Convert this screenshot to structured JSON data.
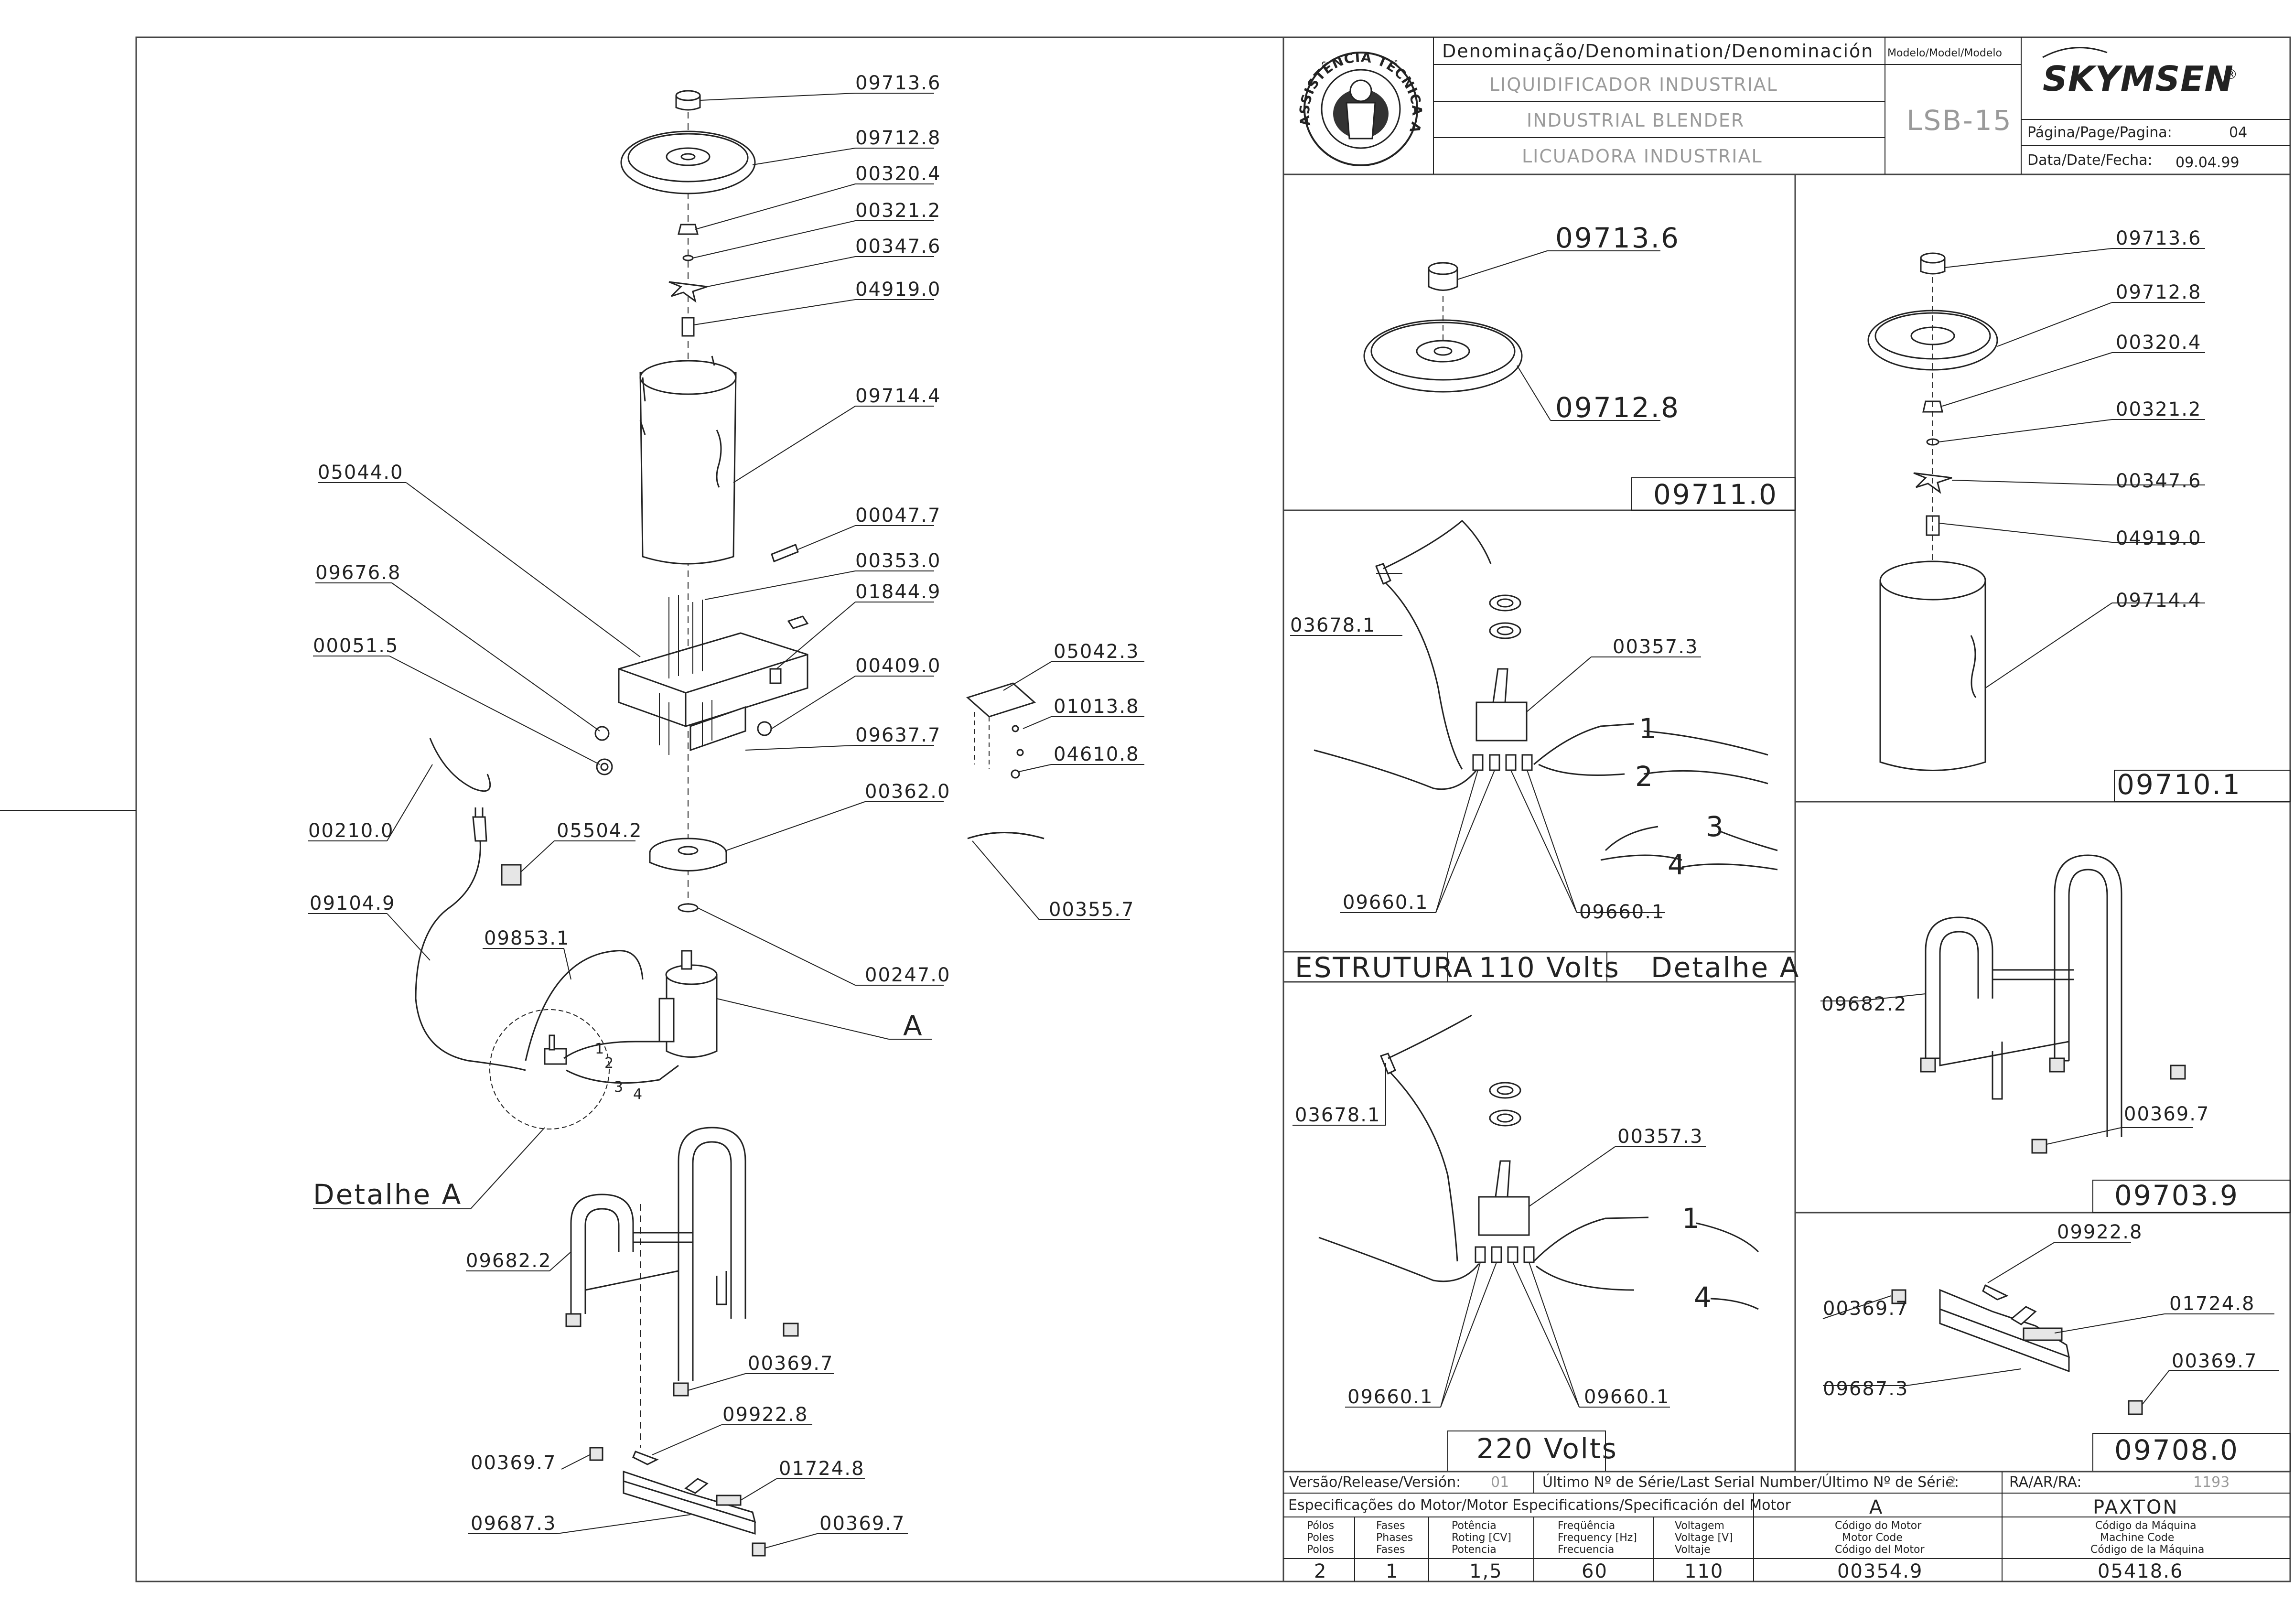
{
  "title_block": {
    "denomination_header": "Denominação/Denomination/Denominación",
    "name_pt": "LIQUIDIFICADOR INDUSTRIAL",
    "name_en": "INDUSTRIAL BLENDER",
    "name_es": "LICUADORA INDUSTRIAL",
    "model_header": "Modelo/Model/Modelo",
    "model": "LSB-15",
    "brand": "SKYMSEN",
    "brand_mark": "®",
    "page_label": "Página/Page/Pagina:",
    "page": "04",
    "date_label": "Data/Date/Fecha:",
    "date": "09.04.99",
    "seal_text": "ASSISTÊNCIA TÉCNICA AUTORIZADA"
  },
  "exploded_view": {
    "labels": [
      "09713.6",
      "09712.8",
      "00320.4",
      "00321.2",
      "00347.6",
      "04919.0",
      "09714.4",
      "00047.7",
      "05044.0",
      "09676.8",
      "00051.5",
      "00353.0",
      "01844.9",
      "00409.0",
      "09637.7",
      "05042.3",
      "01013.8",
      "04610.8",
      "00362.0",
      "00210.0",
      "05504.2",
      "09104.9",
      "09853.1",
      "00355.7",
      "00247.0",
      "A",
      "Detalhe  A",
      "09682.2",
      "00369.7",
      "09922.8",
      "00369.7",
      "01724.8",
      "09687.3",
      "00369.7"
    ],
    "detail_wire_numbers": [
      "1",
      "2",
      "3",
      "4"
    ]
  },
  "subassemblies": {
    "lid": {
      "parts": [
        "09713.6",
        "09712.8"
      ],
      "assembly": "09711.0"
    },
    "cup": {
      "parts": [
        "09713.6",
        "09712.8",
        "00320.4",
        "00321.2",
        "00347.6",
        "04919.0",
        "09714.4"
      ],
      "assembly": "09710.1"
    },
    "detail_110": {
      "parts": [
        "03678.1",
        "00357.3",
        "09660.1",
        "09660.1"
      ],
      "wires": [
        "1",
        "2",
        "3",
        "4"
      ],
      "footer": [
        "ESTRUTURA",
        "110 Volts",
        "Detalhe  A"
      ]
    },
    "structure": {
      "parts": [
        "09682.2",
        "00369.7"
      ],
      "assembly": "09703.9"
    },
    "detail_220": {
      "parts": [
        "03678.1",
        "00357.3",
        "09660.1",
        "09660.1"
      ],
      "wires": [
        "1",
        "4"
      ],
      "footer": "220 Volts"
    },
    "base": {
      "parts": [
        "09922.8",
        "00369.7",
        "01724.8",
        "09687.3",
        "00369.7"
      ],
      "assembly": "09708.0"
    }
  },
  "release_row": {
    "version_label": "Versão/Release/Versión:",
    "version": "01",
    "serial_label": "Último Nº de Série/Last Serial Number/Último Nº de Série:",
    "serial": "2",
    "ra_label": "RA/AR/RA:",
    "ra": "1193"
  },
  "motor_spec": {
    "header": "Especificações do Motor/Motor Especifications/Specificación del Motor",
    "motor_letter": "A",
    "manufacturer": "PAXTON",
    "columns": [
      {
        "lines": [
          "Pólos",
          "Poles",
          "Polos"
        ],
        "value": "2"
      },
      {
        "lines": [
          "Fases",
          "Phases",
          "Fases"
        ],
        "value": "1"
      },
      {
        "lines": [
          "Potência",
          "Roting [CV]",
          "Potencia"
        ],
        "value": "1,5"
      },
      {
        "lines": [
          "Freqüência",
          "Frequency [Hz]",
          "Frecuencia"
        ],
        "value": "60"
      },
      {
        "lines": [
          "Voltagem",
          "Voltage [V]",
          "Voltaje"
        ],
        "value": "110"
      },
      {
        "lines": [
          "Código do Motor",
          "Motor Code",
          "Código del Motor"
        ],
        "value": "00354.9"
      },
      {
        "lines": [
          "Código da Máquina",
          "Machine Code",
          "Código de la Máquina"
        ],
        "value": "05418.6"
      }
    ]
  }
}
